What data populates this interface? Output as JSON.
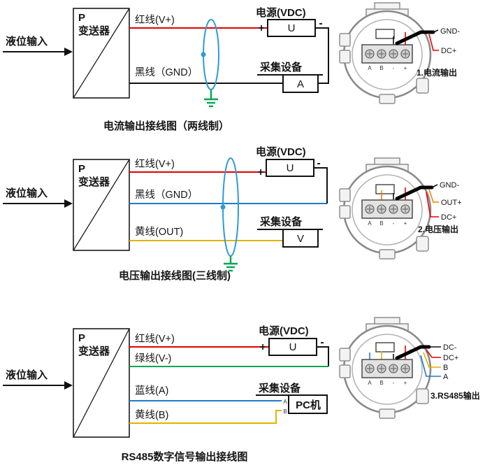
{
  "colors": {
    "wire_red": "#e60000",
    "wire_black": "#111111",
    "wire_blue": "#1e7bd0",
    "wire_yellow": "#e0b400",
    "wire_green": "#00a651",
    "wire_orange": "#f08300",
    "shield": "#2e9bd6",
    "ground": "#00a651"
  },
  "sections": [
    {
      "input_label": "液位输入",
      "transmitter": {
        "p": "P",
        "name": "变送器"
      },
      "power": {
        "title": "电源(VDC)",
        "plus": "+",
        "minus": "-",
        "box": "U"
      },
      "collector": {
        "title": "采集设备",
        "box": "A"
      },
      "wires": {
        "red": "红线(V+)",
        "black": "黑线（GND）"
      },
      "caption": "电流输出接线图（两线制）",
      "device": {
        "terminals": [
          "A",
          "B",
          "-",
          "+"
        ],
        "outputs": [
          "GND-",
          "DC+"
        ],
        "caption": "1.电流输出"
      }
    },
    {
      "input_label": "液位输入",
      "transmitter": {
        "p": "P",
        "name": "变送器"
      },
      "power": {
        "title": "电源(VDC)",
        "plus": "+",
        "minus": "-",
        "box": "U"
      },
      "collector": {
        "title": "采集设备",
        "box": "V"
      },
      "wires": {
        "red": "红线(V+)",
        "black": "黑线（GND）",
        "yellow": "黄线(OUT)"
      },
      "caption": "电压输出接线图(三线制)",
      "device": {
        "terminals": [
          "A",
          "B",
          "-",
          "+"
        ],
        "outputs": [
          "GND-",
          "OUT+",
          "DC+"
        ],
        "caption": "2.电压输出"
      }
    },
    {
      "input_label": "液位输入",
      "transmitter": {
        "p": "P",
        "name": "变送器"
      },
      "power": {
        "title": "电源(VDC)",
        "plus": "+",
        "minus": "-",
        "box": "U"
      },
      "collector": {
        "title": "采集设备",
        "pc_box": "PC机",
        "port_a": "A",
        "port_b": "B"
      },
      "wires": {
        "red": "红线(V+)",
        "green": "绿线(V-)",
        "blue": "蓝线(A)",
        "yellow": "黄线(B)"
      },
      "caption": "RS485数字信号输出接线图",
      "device": {
        "terminals": [
          "A",
          "B",
          "-",
          "+"
        ],
        "outputs": [
          "DC-",
          "DC+",
          "B",
          "A"
        ],
        "caption": "3.RS485输出"
      }
    }
  ]
}
